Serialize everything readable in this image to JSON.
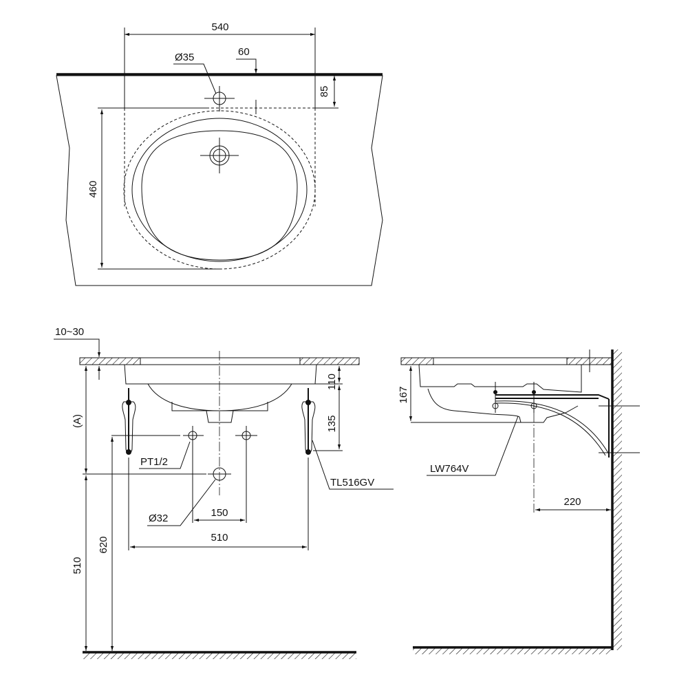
{
  "top_view": {
    "width_dim": "540",
    "faucet_hole_dim": "Ø35",
    "offset_dim": "60",
    "depth_offset_dim": "85",
    "depth_dim": "460"
  },
  "front_view": {
    "counter_thickness_dim": "10~30",
    "height_a_dim": "(A)",
    "floor_to_drain_dim": "510",
    "floor_to_supply_dim": "620",
    "rim_depth_dim": "110",
    "bracket_dim": "135",
    "supply_label": "PT1/2",
    "drain_label": "Ø32",
    "supply_spacing_dim": "150",
    "bracket_spacing_dim": "510",
    "bracket_model": "TL516GV"
  },
  "side_view": {
    "basin_depth_dim": "167",
    "basin_model": "LW764V",
    "wall_distance_dim": "220"
  }
}
